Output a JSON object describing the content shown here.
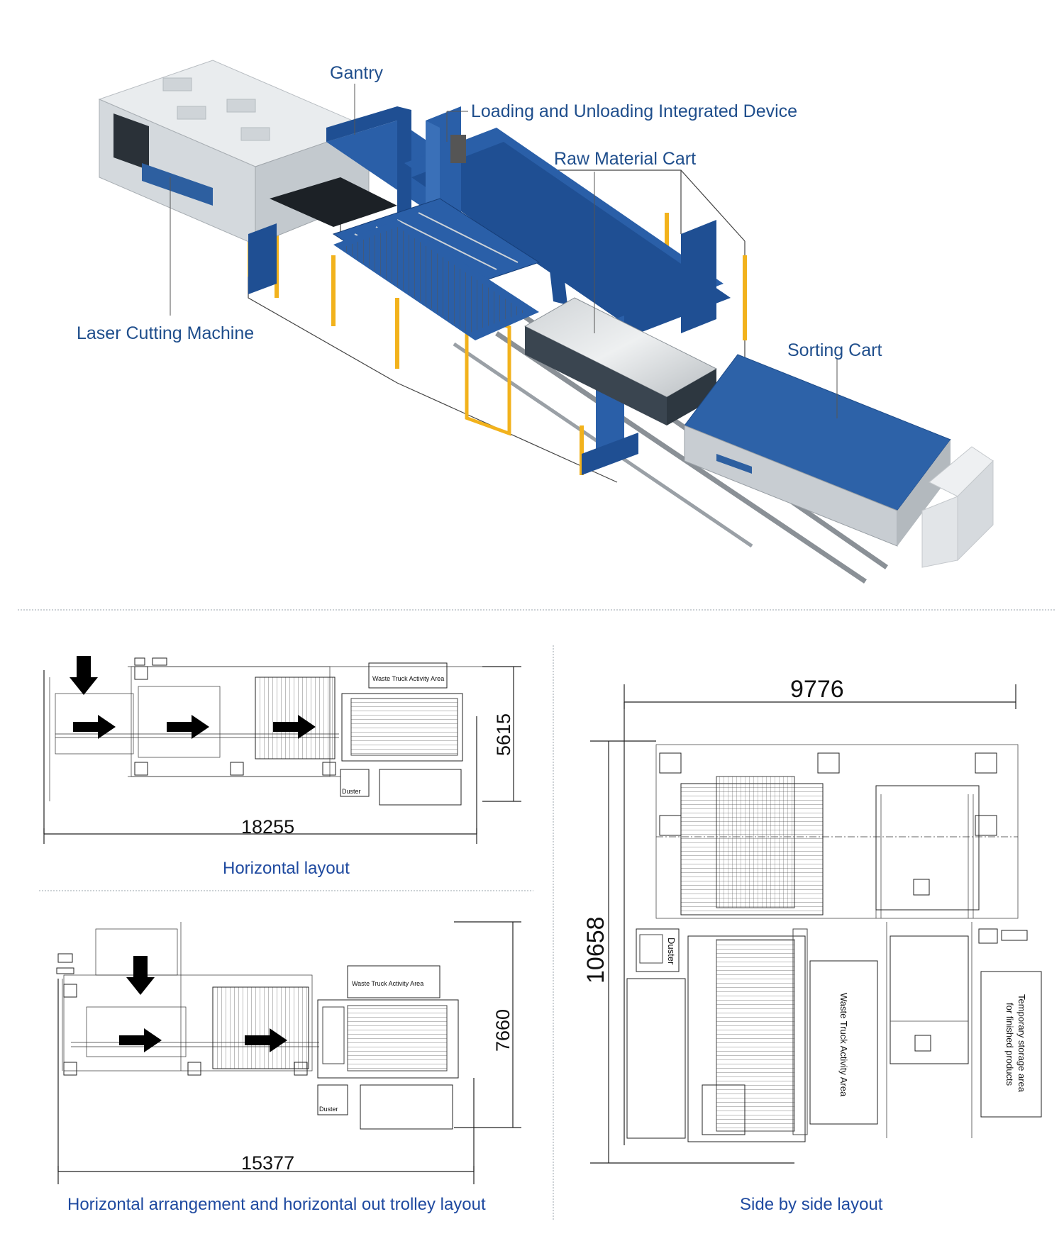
{
  "render": {
    "callouts": {
      "gantry": "Gantry",
      "loading": "Loading and Unloading Integrated Device",
      "raw_cart": "Raw Material Cart",
      "laser": "Laser Cutting Machine",
      "sorting": "Sorting Cart"
    },
    "layouts": {
      "horizontal": {
        "caption": "Horizontal layout",
        "width_dim": "18255",
        "height_dim": "5615",
        "waste_label": "Waste Truck Activity Area",
        "duster_label": "Duster"
      },
      "out_trolley": {
        "caption": "Horizontal arrangement and horizontal out trolley layout",
        "width_dim": "15377",
        "height_dim": "7660",
        "waste_label": "Waste Truck Activity Area",
        "duster_label": "Duster"
      },
      "side_by_side": {
        "caption": "Side by side layout",
        "width_dim": "9776",
        "height_dim": "10658",
        "waste_label": "Waste Truck Activity Area",
        "duster_label": "Duster",
        "storage_line1": "Temporary storage area",
        "storage_line2": "for finished products"
      }
    }
  }
}
